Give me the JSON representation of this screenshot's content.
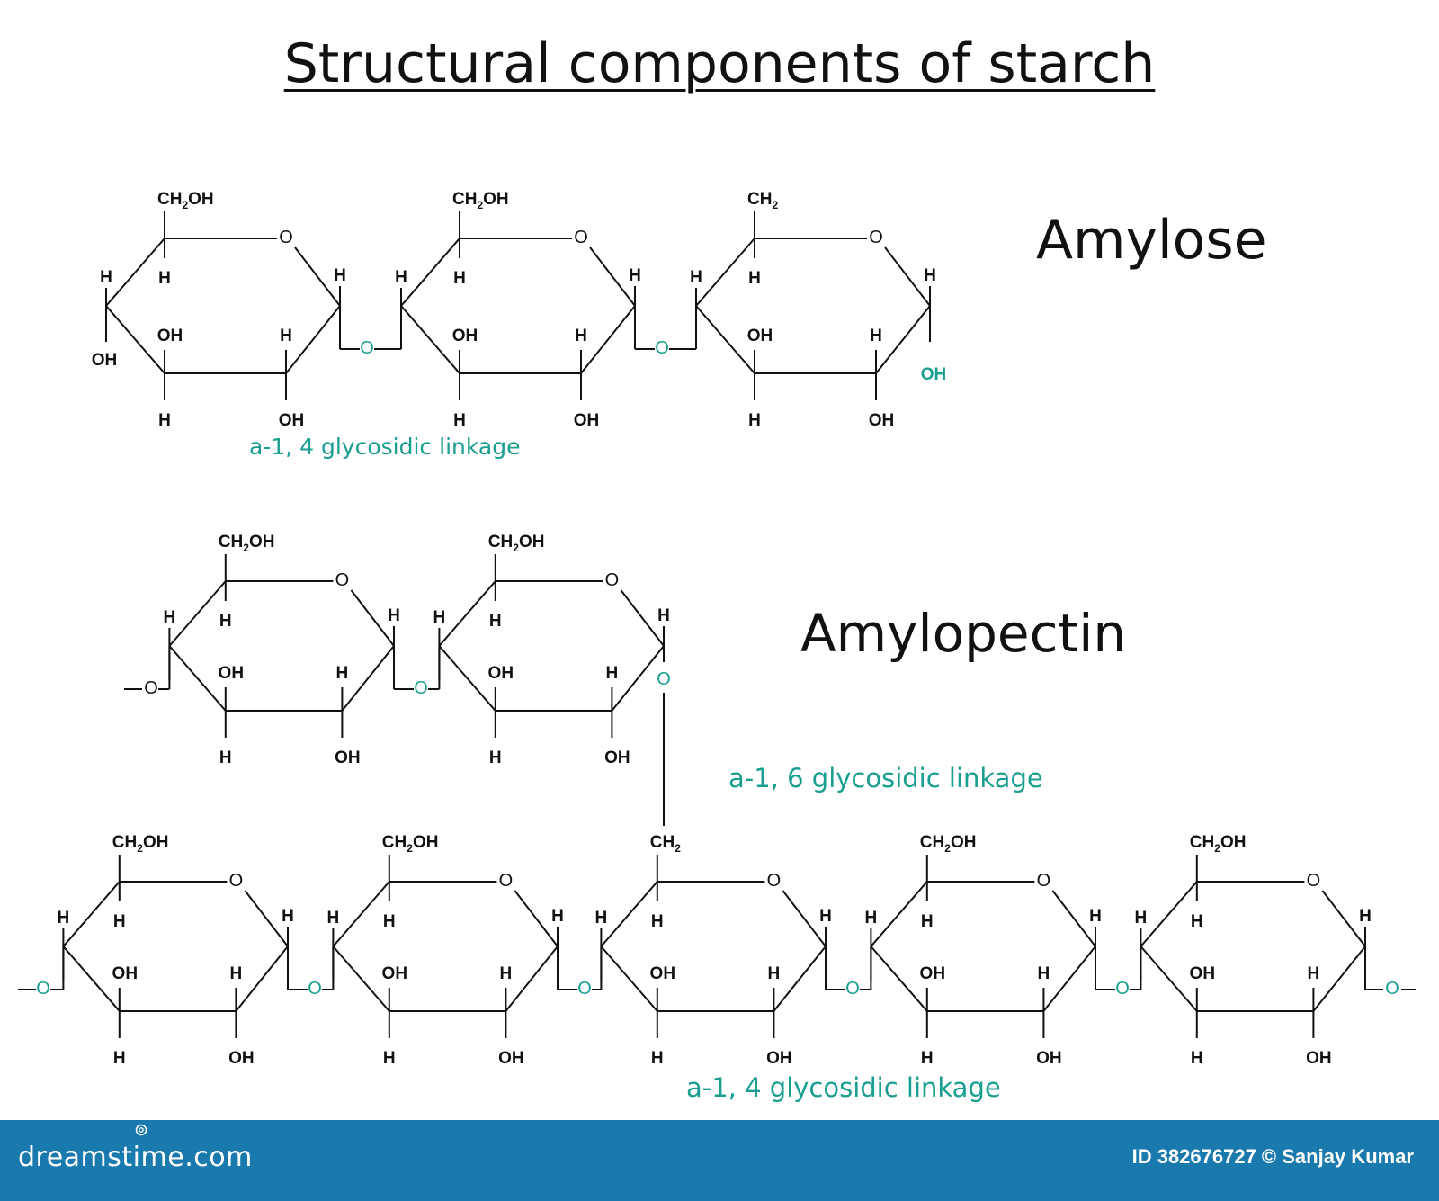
{
  "title": "Structural components of starch",
  "labels": {
    "amylose": "Amylose",
    "amylopectin": "Amylopectin",
    "linkage_amylose": "a-1, 4 glycosidic linkage",
    "linkage_branch": "a-1, 6 glycosidic linkage",
    "linkage_amylopectin": "a-1, 4 glycosidic linkage"
  },
  "atoms": {
    "h": "H",
    "oh": "OH",
    "o": "O",
    "ch2oh_main": "CH",
    "ch2oh_rest": "OH",
    "ch2": "CH",
    "sub2": "2"
  },
  "colors": {
    "bond": "#111111",
    "linkage": "#1a9e8f",
    "footer": "#1a7aad"
  },
  "footer": {
    "brand": "dreamstime.com",
    "credit": "ID 382676727 © Sanjay Kumar"
  }
}
